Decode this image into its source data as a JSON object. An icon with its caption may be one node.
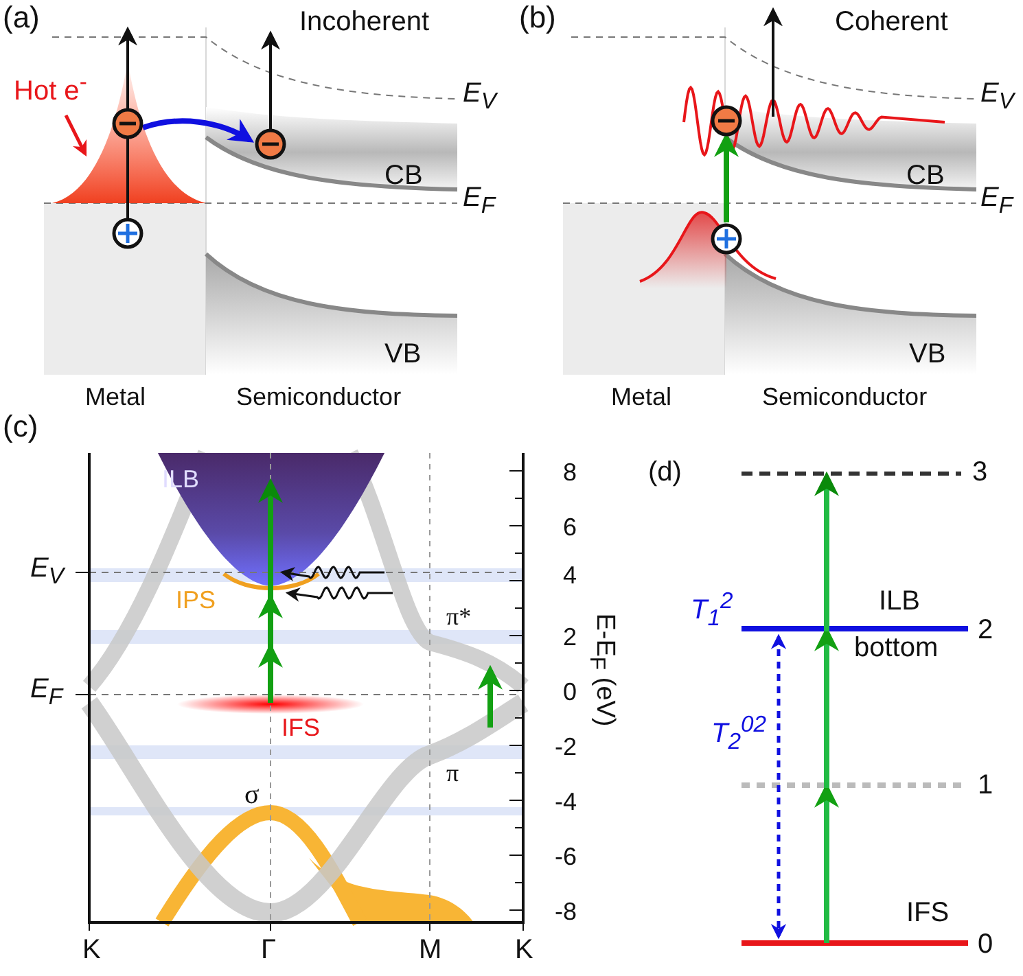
{
  "diagram": {
    "labels": [
      "(a)",
      "Incoherent",
      "Hot e$^{-}$",
      "E$_{V}$",
      "CB",
      "E$_{F}$",
      "VB",
      "Metal",
      "Semiconductor",
      "(b)",
      "Coherent",
      "E$_{V}$",
      "CB",
      "E$_{F}$",
      "VB",
      "Metal",
      "Semiconductor",
      "(c)",
      "ILB",
      "8",
      "(d)",
      "3",
      "6",
      "4",
      "2",
      "0",
      "-2",
      "-4",
      "-6",
      "-8",
      "E$_{V}$",
      "IPS",
      "π*",
      "E$_{F}$",
      "IFS",
      "π",
      "σ",
      "K",
      "Γ",
      "M",
      "K",
      "E-E$_{F}$ (eV)",
      "T$_{1}$$^{2}$",
      "ILB",
      "2",
      "bottom",
      "T$_{2}$$^{02}$",
      "1",
      "IFS",
      "0"
    ]
  }
}
